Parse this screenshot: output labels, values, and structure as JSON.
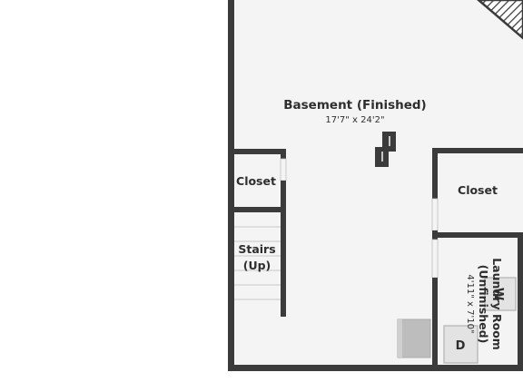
{
  "rooms": {
    "basement": {
      "name": "Basement (Finished)",
      "dimensions": "17'7\" x 24'2\""
    },
    "closet_left": {
      "name": "Closet"
    },
    "closet_right": {
      "name": "Closet"
    },
    "stairs": {
      "line1": "Stairs",
      "line2": "(Up)"
    },
    "laundry": {
      "line1": "Laundry Room",
      "line2": "(Unfinished)",
      "dimensions": "4'11\" x 7'10\""
    }
  },
  "appliances": {
    "washer": "W",
    "dryer": "D"
  },
  "colors": {
    "wall": "#3b3b3b",
    "floor": "#f4f4f4",
    "appliance": "#cfcfcf",
    "appliance_dark": "#bdbdbd",
    "label": "#2e2e2e"
  }
}
